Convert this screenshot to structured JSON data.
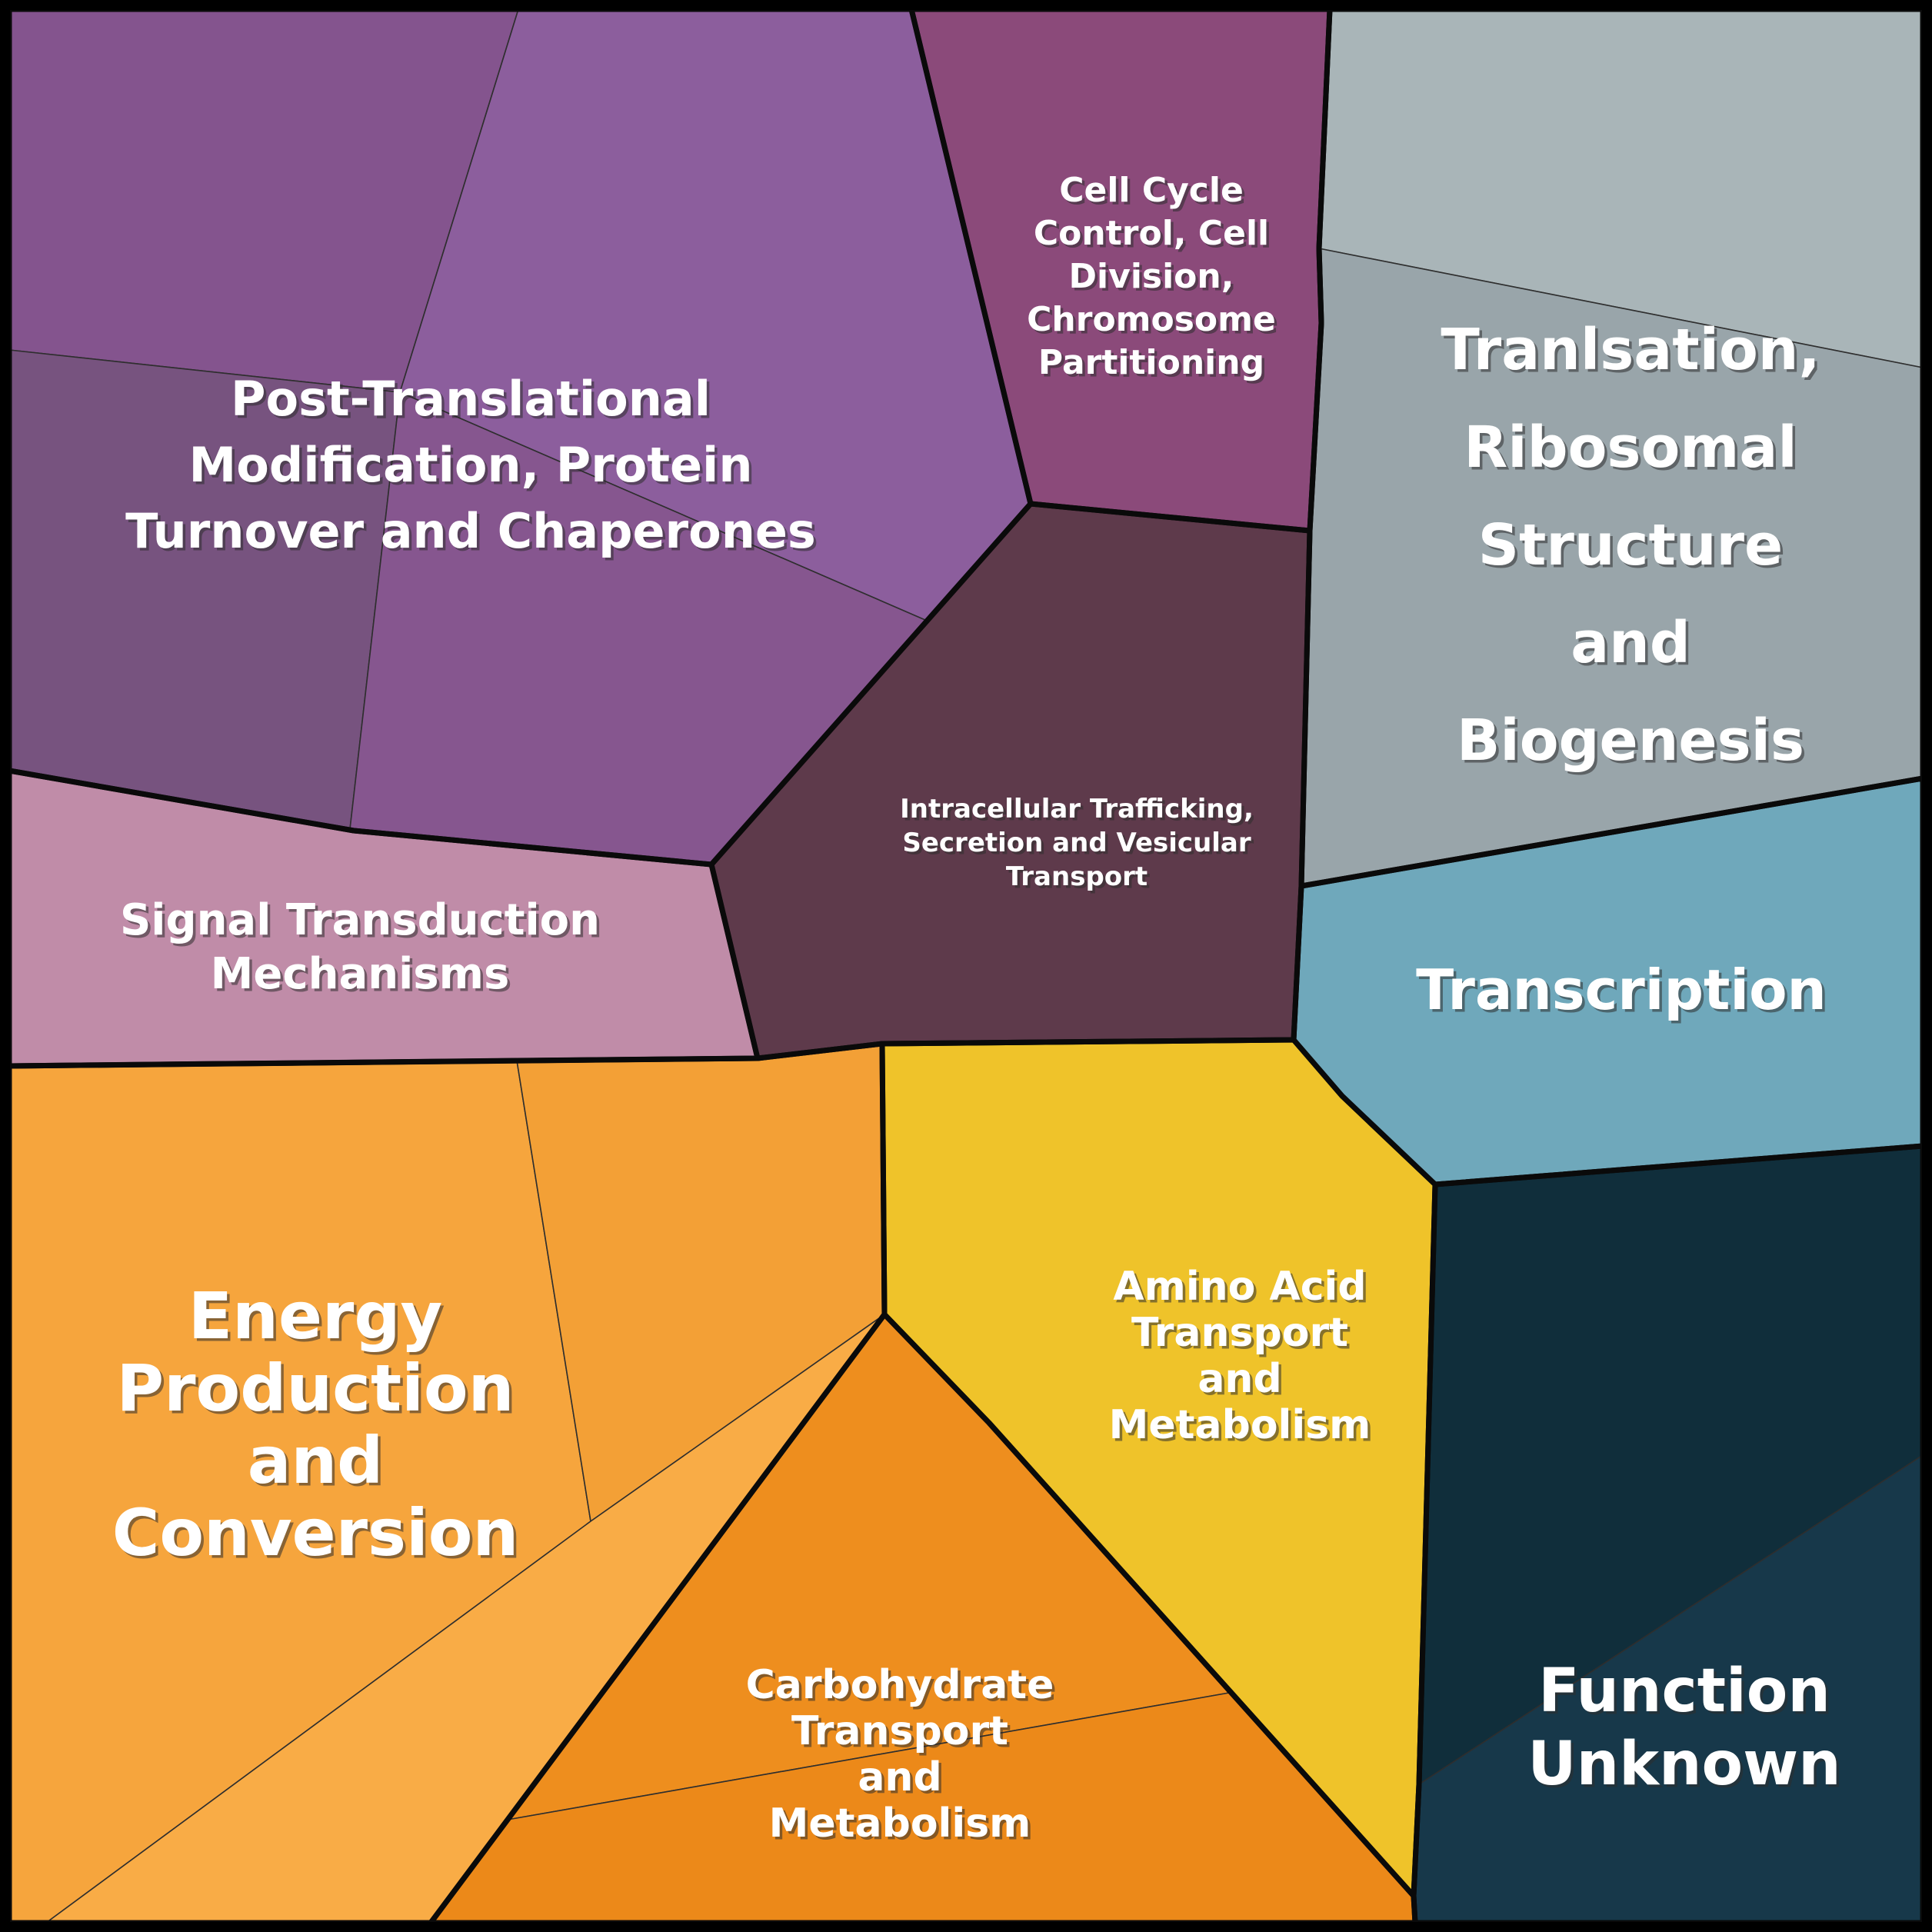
{
  "figure": {
    "kind": "voronoi-treemap",
    "description": "Functional category treemap (COG-style) with nested sub-cells",
    "background_frame_color": "#000000",
    "main_border_color": "#0a0a0a",
    "main_border_width": 7,
    "sub_border_color": "#2e2e2e",
    "sub_border_width": 1.6,
    "frame_width": 26,
    "label_color": "#ffffff",
    "label_shadow_color": "rgba(45,45,45,0.55)",
    "label_shadow_offset": 3.5
  },
  "chart_data": {
    "type": "treemap",
    "title": "",
    "legend_position": "none",
    "grid": false,
    "categories": [
      "Post-Translational Modification, Protein Turnover and Chaperones",
      "Cell Cycle Control, Cell Division, Chromosome Partitioning",
      "Tranlsation, Ribosomal Structure and Biogenesis",
      "Intracellular Trafficking, Secretion and Vesicular Transport",
      "Signal Transduction Mechanisms",
      "Transcription",
      "Energy Production and Conversion",
      "Amino Acid Transport and Metabolism",
      "Carbohydrate Transport and Metabolism",
      "Function Unknown"
    ],
    "values_estimated_area_pct": [
      16.5,
      5.5,
      12.5,
      8.0,
      5.0,
      7.0,
      17.0,
      9.0,
      9.5,
      10.0
    ],
    "regions": [
      {
        "id": "post-translational-modification",
        "label_lines": [
          "Post-Translational",
          "Modification, Protein",
          "Turnover and Chaperones"
        ],
        "color": "#8C5E9D",
        "estimated_area_pct": 16.5,
        "font_size": 62,
        "label_x": 612,
        "label_line_y": [
          540,
          626,
          712
        ],
        "outline": [
          [
            12,
            12
          ],
          [
            1185,
            12
          ],
          [
            1340,
            655
          ],
          [
            925,
            1124
          ],
          [
            460,
            1080
          ],
          [
            12,
            1002
          ]
        ],
        "subcells": [
          {
            "color": "#84548E",
            "polygon": [
              [
                12,
                12
              ],
              [
                674,
                12
              ],
              [
                520,
                510
              ],
              [
                12,
                455
              ]
            ]
          },
          {
            "color": "#8C5E9D",
            "polygon": [
              [
                674,
                12
              ],
              [
                1185,
                12
              ],
              [
                1340,
                655
              ],
              [
                1205,
                807
              ],
              [
                520,
                510
              ]
            ]
          },
          {
            "color": "#77537F",
            "polygon": [
              [
                12,
                455
              ],
              [
                520,
                510
              ],
              [
                455,
                1078
              ],
              [
                12,
                1002
              ]
            ]
          },
          {
            "color": "#86568F",
            "polygon": [
              [
                520,
                510
              ],
              [
                1205,
                807
              ],
              [
                925,
                1124
              ],
              [
                460,
                1080
              ],
              [
                455,
                1078
              ]
            ]
          }
        ]
      },
      {
        "id": "cell-cycle-control",
        "label_lines": [
          "Cell Cycle",
          "Control, Cell",
          "Division,",
          "Chromosome",
          "Partitioning"
        ],
        "color": "#8B4A7A",
        "estimated_area_pct": 5.5,
        "font_size": 44,
        "label_x": 1497,
        "label_line_y": [
          262,
          318,
          374,
          430,
          486
        ],
        "outline": [
          [
            1185,
            12
          ],
          [
            1729,
            12
          ],
          [
            1715,
            323
          ],
          [
            1718,
            420
          ],
          [
            1703,
            690
          ],
          [
            1340,
            655
          ]
        ],
        "subcells": [
          {
            "color": "#8B4A7A",
            "polygon": [
              [
                1185,
                12
              ],
              [
                1729,
                12
              ],
              [
                1715,
                323
              ],
              [
                1718,
                420
              ],
              [
                1703,
                690
              ],
              [
                1340,
                655
              ]
            ]
          }
        ]
      },
      {
        "id": "translation-ribosomal",
        "label_lines": [
          "Tranlsation,",
          "Ribosomal",
          "Structure",
          "and",
          "Biogenesis"
        ],
        "color": "#99A5AA",
        "estimated_area_pct": 12.5,
        "font_size": 74,
        "label_x": 2120,
        "label_line_y": [
          480,
          607,
          734,
          861,
          988
        ],
        "outline": [
          [
            1729,
            12
          ],
          [
            2500,
            12
          ],
          [
            2500,
            1012
          ],
          [
            1692,
            1152
          ],
          [
            1703,
            690
          ],
          [
            1718,
            420
          ],
          [
            1715,
            323
          ]
        ],
        "subcells": [
          {
            "color": "#A9B5B8",
            "polygon": [
              [
                1729,
                12
              ],
              [
                2500,
                12
              ],
              [
                2500,
                478
              ],
              [
                1715,
                323
              ]
            ]
          },
          {
            "color": "#99A5AA",
            "polygon": [
              [
                1715,
                323
              ],
              [
                2500,
                478
              ],
              [
                2500,
                1012
              ],
              [
                1692,
                1152
              ],
              [
                1703,
                690
              ],
              [
                1718,
                420
              ]
            ]
          }
        ]
      },
      {
        "id": "intracellular-trafficking",
        "label_lines": [
          "Intracellular Trafficking,",
          "Secretion and Vesicular",
          "Transport"
        ],
        "color": "#5E3A4B",
        "estimated_area_pct": 8.0,
        "font_size": 34,
        "label_x": 1400,
        "label_line_y": [
          1063,
          1107,
          1151
        ],
        "outline": [
          [
            1340,
            655
          ],
          [
            1703,
            690
          ],
          [
            1692,
            1152
          ],
          [
            1682,
            1352
          ],
          [
            1147,
            1357
          ],
          [
            985,
            1376
          ],
          [
            925,
            1124
          ]
        ],
        "subcells": [
          {
            "color": "#5E3A4B",
            "polygon": [
              [
                1340,
                655
              ],
              [
                1703,
                690
              ],
              [
                1692,
                1152
              ],
              [
                1682,
                1352
              ],
              [
                1147,
                1357
              ],
              [
                985,
                1376
              ],
              [
                925,
                1124
              ]
            ]
          }
        ]
      },
      {
        "id": "signal-transduction",
        "label_lines": [
          "Signal Transduction",
          "Mechanisms"
        ],
        "color": "#C08CA8",
        "estimated_area_pct": 5.0,
        "font_size": 56,
        "label_x": 468,
        "label_line_y": [
          1215,
          1285
        ],
        "outline": [
          [
            12,
            1002
          ],
          [
            460,
            1080
          ],
          [
            925,
            1124
          ],
          [
            985,
            1376
          ],
          [
            12,
            1386
          ]
        ],
        "subcells": [
          {
            "color": "#C08CA8",
            "polygon": [
              [
                12,
                1002
              ],
              [
                460,
                1080
              ],
              [
                925,
                1124
              ],
              [
                985,
                1376
              ],
              [
                12,
                1386
              ]
            ]
          }
        ]
      },
      {
        "id": "transcription",
        "label_lines": [
          "Transcription"
        ],
        "color": "#6FA8BB",
        "estimated_area_pct": 7.0,
        "font_size": 72,
        "label_x": 2108,
        "label_line_y": [
          1312
        ],
        "outline": [
          [
            1692,
            1152
          ],
          [
            2500,
            1012
          ],
          [
            2500,
            1490
          ],
          [
            1866,
            1540
          ],
          [
            1745,
            1425
          ],
          [
            1682,
            1352
          ]
        ],
        "subcells": [
          {
            "color": "#6FA8BB",
            "polygon": [
              [
                1692,
                1152
              ],
              [
                2500,
                1012
              ],
              [
                2500,
                1490
              ],
              [
                1866,
                1540
              ],
              [
                1745,
                1425
              ],
              [
                1682,
                1352
              ]
            ]
          }
        ]
      },
      {
        "id": "energy-production",
        "label_lines": [
          "Energy",
          "Production",
          "and",
          "Conversion"
        ],
        "color": "#F6A53D",
        "estimated_area_pct": 17.0,
        "font_size": 84,
        "label_x": 410,
        "label_line_y": [
          1740,
          1834,
          1928,
          2022
        ],
        "outline": [
          [
            12,
            1386
          ],
          [
            672,
            1379
          ],
          [
            985,
            1376
          ],
          [
            1147,
            1357
          ],
          [
            1150,
            1709
          ],
          [
            560,
            2500
          ],
          [
            60,
            2500
          ],
          [
            12,
            2500
          ]
        ],
        "subcells": [
          {
            "color": "#F6A53D",
            "polygon": [
              [
                12,
                1386
              ],
              [
                672,
                1379
              ],
              [
                768,
                1978
              ],
              [
                60,
                2500
              ],
              [
                12,
                2500
              ]
            ]
          },
          {
            "color": "#F3A036",
            "polygon": [
              [
                672,
                1379
              ],
              [
                985,
                1376
              ],
              [
                1147,
                1357
              ],
              [
                1150,
                1709
              ],
              [
                768,
                1978
              ]
            ]
          },
          {
            "color": "#F9AC46",
            "polygon": [
              [
                768,
                1978
              ],
              [
                1150,
                1709
              ],
              [
                560,
                2500
              ],
              [
                60,
                2500
              ]
            ]
          }
        ]
      },
      {
        "id": "amino-acid-transport",
        "label_lines": [
          "Amino Acid",
          "Transport",
          "and",
          "Metabolism"
        ],
        "color": "#EFC32A",
        "estimated_area_pct": 9.0,
        "font_size": 52,
        "label_x": 1612,
        "label_line_y": [
          1690,
          1750,
          1810,
          1870
        ],
        "outline": [
          [
            1147,
            1357
          ],
          [
            1682,
            1352
          ],
          [
            1745,
            1425
          ],
          [
            1866,
            1540
          ],
          [
            1845,
            2320
          ],
          [
            1838,
            2465
          ],
          [
            1286,
            1850
          ],
          [
            1150,
            1709
          ]
        ],
        "subcells": [
          {
            "color": "#EFC32A",
            "polygon": [
              [
                1147,
                1357
              ],
              [
                1682,
                1352
              ],
              [
                1745,
                1425
              ],
              [
                1866,
                1540
              ],
              [
                1845,
                2320
              ],
              [
                1838,
                2465
              ],
              [
                1286,
                1850
              ],
              [
                1150,
                1709
              ]
            ]
          }
        ]
      },
      {
        "id": "carbohydrate-transport",
        "label_lines": [
          "Carbohydrate",
          "Transport",
          "and",
          "Metabolism"
        ],
        "color": "#EE8E1E",
        "estimated_area_pct": 9.5,
        "font_size": 52,
        "label_x": 1170,
        "label_line_y": [
          2208,
          2268,
          2328,
          2388
        ],
        "outline": [
          [
            1150,
            1709
          ],
          [
            1286,
            1850
          ],
          [
            1838,
            2465
          ],
          [
            1840,
            2500
          ],
          [
            560,
            2500
          ]
        ],
        "subcells": [
          {
            "color": "#EE8E1E",
            "polygon": [
              [
                1150,
                1709
              ],
              [
                1286,
                1850
              ],
              [
                1598,
                2201
              ],
              [
                660,
                2366
              ]
            ]
          },
          {
            "color": "#EC8919",
            "polygon": [
              [
                660,
                2366
              ],
              [
                1598,
                2201
              ],
              [
                1838,
                2465
              ],
              [
                1840,
                2500
              ],
              [
                560,
                2500
              ]
            ]
          }
        ]
      },
      {
        "id": "function-unknown",
        "label_lines": [
          "Function",
          "Unknown"
        ],
        "color": "#17384A",
        "estimated_area_pct": 10.0,
        "font_size": 78,
        "label_x": 2190,
        "label_line_y": [
          2225,
          2320
        ],
        "outline": [
          [
            1866,
            1540
          ],
          [
            2500,
            1490
          ],
          [
            2500,
            2500
          ],
          [
            1840,
            2500
          ],
          [
            1838,
            2465
          ],
          [
            1845,
            2320
          ]
        ],
        "subcells": [
          {
            "color": "#102E3B",
            "polygon": [
              [
                1866,
                1540
              ],
              [
                2500,
                1490
              ],
              [
                2500,
                1892
              ],
              [
                1845,
                2320
              ]
            ]
          },
          {
            "color": "#17384A",
            "polygon": [
              [
                1845,
                2320
              ],
              [
                2500,
                1892
              ],
              [
                2500,
                2500
              ],
              [
                1840,
                2500
              ],
              [
                1838,
                2465
              ]
            ]
          }
        ]
      }
    ]
  }
}
